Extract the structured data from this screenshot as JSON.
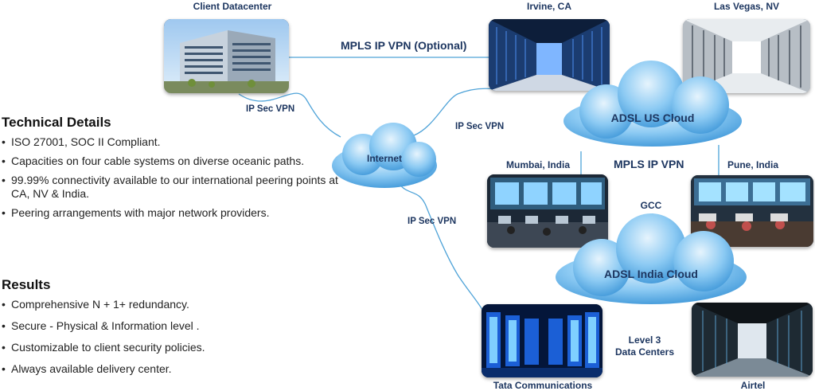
{
  "sites": {
    "client_datacenter": "Client Datacenter",
    "irvine": "Irvine, CA",
    "las_vegas": "Las Vegas, NV",
    "mumbai": "Mumbai, India",
    "pune": "Pune, India",
    "gcc": "GCC",
    "tata": "Tata Communications",
    "airtel": "Airtel"
  },
  "clouds": {
    "internet": "Internet",
    "us": "ADSL US Cloud",
    "india": "ADSL India Cloud"
  },
  "connections": {
    "mpls_optional": "MPLS IP VPN (Optional)",
    "mpls": "MPLS IP VPN",
    "ipsec_client": "IP Sec VPN",
    "ipsec_irvine": "IP Sec VPN",
    "ipsec_tata": "IP Sec VPN"
  },
  "level3": {
    "line1": "Level 3",
    "line2": "Data Centers"
  },
  "technical": {
    "heading": "Technical Details",
    "items": [
      "ISO 27001, SOC II Compliant.",
      "Capacities on four cable systems on diverse oceanic paths.",
      "99.99% connectivity available to our international peering points at CA, NV & India.",
      "Peering arrangements with major network providers."
    ]
  },
  "results": {
    "heading": "Results",
    "items": [
      "Comprehensive N + 1+ redundancy.",
      "Secure - Physical & Information level .",
      "Customizable to client security policies.",
      "Always available delivery center."
    ]
  },
  "colors": {
    "cloud_light": "#e6f4fd",
    "cloud_mid": "#8ccaf3",
    "cloud_dark": "#3d96d8",
    "line": "#4fa3d8",
    "label": "#1d3660"
  }
}
